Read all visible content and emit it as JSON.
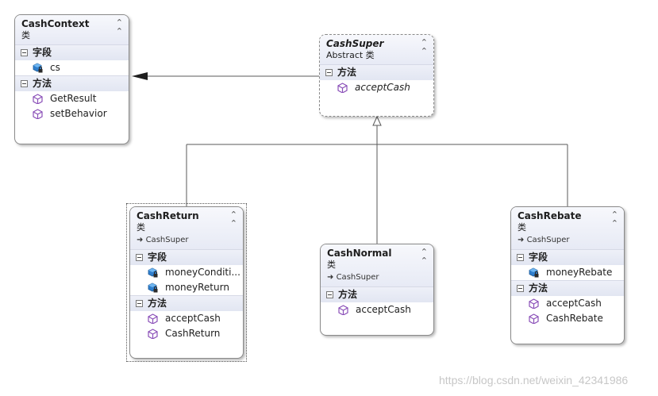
{
  "section_field": "字段",
  "section_method": "方法",
  "icons": {
    "field": "field-lock-icon",
    "method": "method-cube-icon",
    "inherit": "inherit-arrow-icon",
    "collapse": "double-chevron-up-icon",
    "section_toggle": "minus-toggle-icon"
  },
  "colors": {
    "border": "#8a8a8a",
    "header": "#e7eaf5",
    "method_icon": "#8a4fb8",
    "field_icon": "#3a8ad6",
    "connector": "#5a5a5a"
  },
  "classes": {
    "cashcontext": {
      "name": "CashContext",
      "kind": "类",
      "fields": [
        "cs"
      ],
      "methods": [
        "GetResult",
        "setBehavior"
      ]
    },
    "cashsuper": {
      "name": "CashSuper",
      "kind": "Abstract 类",
      "methods": [
        "acceptCash"
      ]
    },
    "cashreturn": {
      "name": "CashReturn",
      "kind": "类",
      "parent": "CashSuper",
      "fields": [
        "moneyConditi...",
        "moneyReturn"
      ],
      "methods": [
        "acceptCash",
        "CashReturn"
      ]
    },
    "cashnormal": {
      "name": "CashNormal",
      "kind": "类",
      "parent": "CashSuper",
      "methods": [
        "acceptCash"
      ]
    },
    "cashrebate": {
      "name": "CashRebate",
      "kind": "类",
      "parent": "CashSuper",
      "fields": [
        "moneyRebate"
      ],
      "methods": [
        "acceptCash",
        "CashRebate"
      ]
    }
  },
  "watermark": "https://blog.csdn.net/weixin_42341986"
}
